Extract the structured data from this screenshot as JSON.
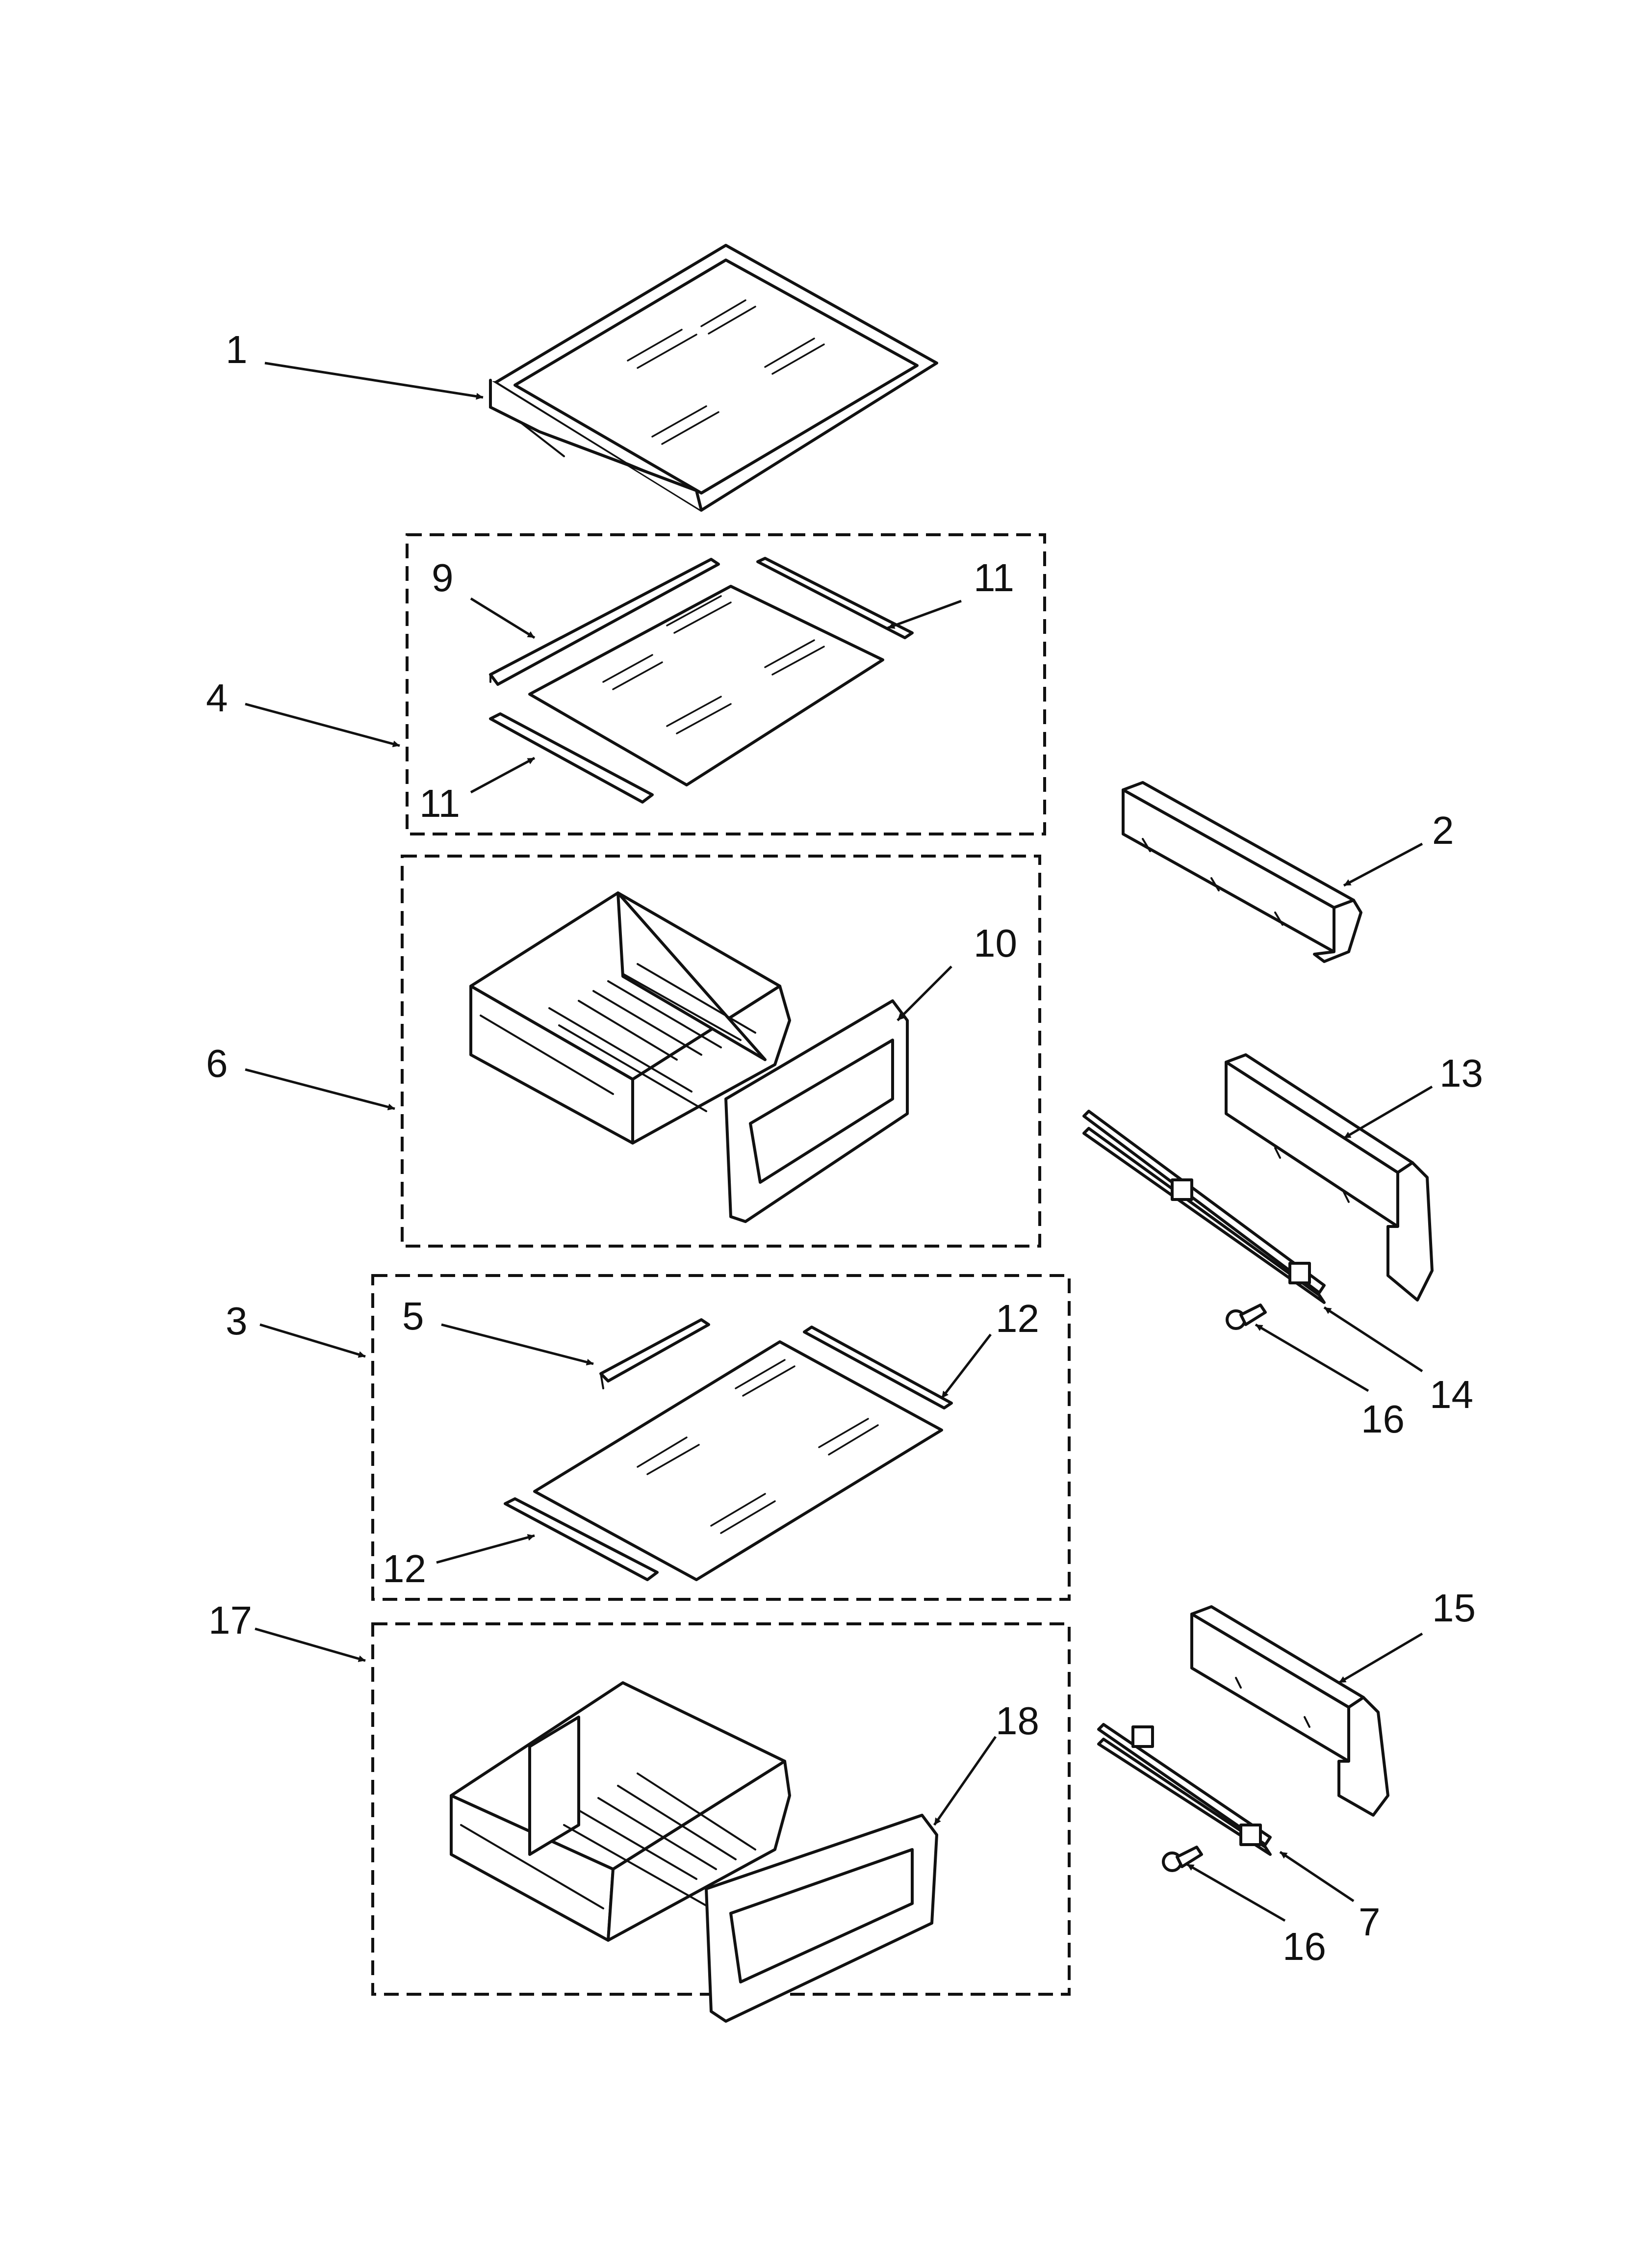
{
  "diagram": {
    "callouts": [
      {
        "id": "c1",
        "label": "1"
      },
      {
        "id": "c4",
        "label": "4"
      },
      {
        "id": "c9",
        "label": "9"
      },
      {
        "id": "c11a",
        "label": "11"
      },
      {
        "id": "c11b",
        "label": "11"
      },
      {
        "id": "c2",
        "label": "2"
      },
      {
        "id": "c6",
        "label": "6"
      },
      {
        "id": "c10",
        "label": "10"
      },
      {
        "id": "c13",
        "label": "13"
      },
      {
        "id": "c3",
        "label": "3"
      },
      {
        "id": "c5",
        "label": "5"
      },
      {
        "id": "c12a",
        "label": "12"
      },
      {
        "id": "c12b",
        "label": "12"
      },
      {
        "id": "c14",
        "label": "14"
      },
      {
        "id": "c16a",
        "label": "16"
      },
      {
        "id": "c17",
        "label": "17"
      },
      {
        "id": "c18",
        "label": "18"
      },
      {
        "id": "c15",
        "label": "15"
      },
      {
        "id": "c7",
        "label": "7"
      },
      {
        "id": "c16b",
        "label": "16"
      }
    ]
  }
}
